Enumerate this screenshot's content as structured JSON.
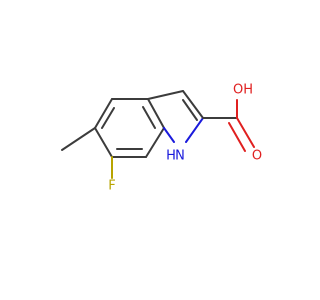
{
  "molecule": {
    "atoms": {
      "hydroxyl": "OH",
      "carbonyl_oxygen": "O",
      "ring_nitrogen": "N",
      "ring_nitrogen_hydrogen": "H",
      "fluorine": "F"
    },
    "colors": {
      "carbon_bond": "#3c3c3c",
      "oxygen": "#e02020",
      "nitrogen": "#1a1adc",
      "fluorine": "#b8a400"
    }
  }
}
